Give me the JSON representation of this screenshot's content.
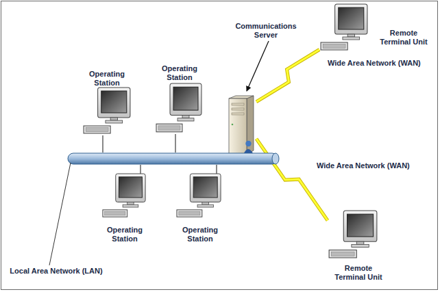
{
  "diagram": {
    "nodes": [
      {
        "text": [
          "Operating Station"
        ]
      },
      {
        "text": [
          "Operating Station"
        ]
      },
      {
        "text": [
          "Communications Server"
        ]
      },
      {
        "text": [
          "Remote Terminal Unit"
        ]
      },
      {
        "text": [
          "Local Area Network (LAN)"
        ]
      },
      {
        "text": [
          "Operating Station"
        ]
      },
      {
        "text": [
          "Operating Station"
        ]
      },
      {
        "text": [
          "Remote Terminal Unit"
        ]
      }
    ],
    "edges": [
      {
        "from": 0,
        "to": 4,
        "arrow": "none"
      },
      {
        "from": 1,
        "to": 4,
        "arrow": "none"
      },
      {
        "from": 5,
        "to": 4,
        "arrow": "none"
      },
      {
        "from": 6,
        "to": 4,
        "arrow": "none"
      },
      {
        "from": 2,
        "to": 3,
        "label": "Wide Area Network (WAN)",
        "arrow": "none"
      },
      {
        "from": 2,
        "to": 7,
        "label": "Wide Area Network (WAN)",
        "arrow": "none"
      }
    ]
  }
}
